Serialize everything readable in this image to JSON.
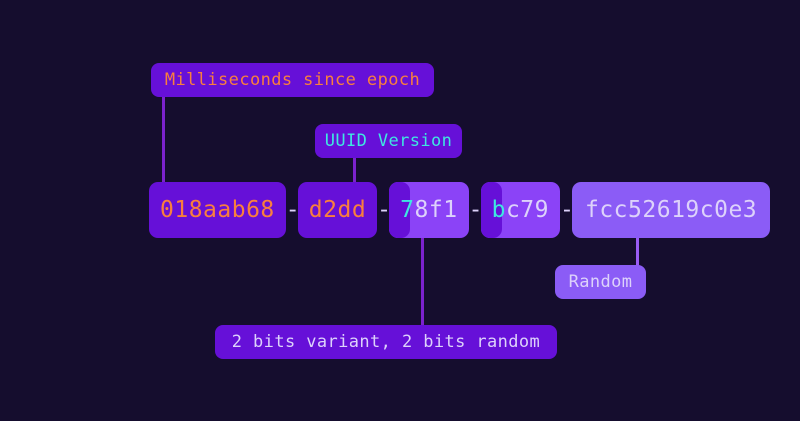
{
  "background_color": "#150d2e",
  "uuid": {
    "full": "018aab68-d2dd-78f1-bc79-fcc52619c0e3",
    "separator": "-",
    "segments": [
      {
        "name": "timestamp-high",
        "text": "018aab68",
        "color": "#f97f3d",
        "background": "#6610d8"
      },
      {
        "name": "timestamp-low",
        "text": "d2dd",
        "color": "#f97f3d",
        "background": "#6610d8"
      },
      {
        "name": "version-and-random",
        "highlight_char": "7",
        "rest": "8f1",
        "highlight_color": "#3ee8e0",
        "color": "#ddd2fb",
        "background": "#8b43f7"
      },
      {
        "name": "variant-and-random",
        "highlight_char": "b",
        "rest": "c79",
        "highlight_color": "#3ee8e0",
        "color": "#ddd2fb",
        "background": "#8b43f7"
      },
      {
        "name": "random-node",
        "text": "fcc52619c0e3",
        "color": "#ddd2fb",
        "background": "#8b5cf6"
      }
    ]
  },
  "labels": {
    "milliseconds": "Milliseconds since epoch",
    "version": "UUID Version",
    "variant": "2 bits variant, 2 bits random",
    "random": "Random"
  }
}
